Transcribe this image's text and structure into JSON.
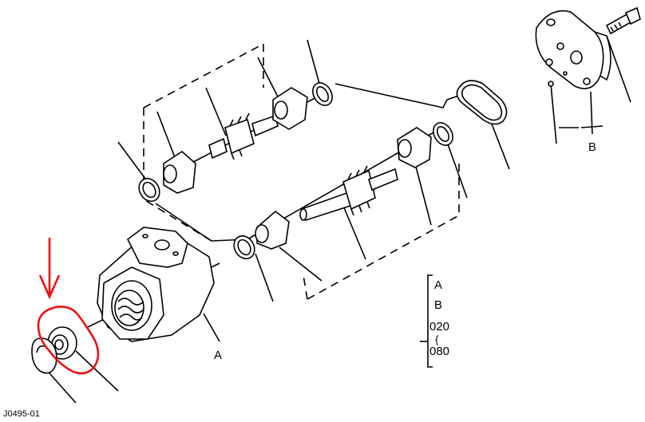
{
  "labels": {
    "pump_body": "A",
    "end_cover": "B",
    "legend_a": "A",
    "legend_b": "B",
    "serial_from": "020",
    "serial_brace": "{",
    "serial_to": "080",
    "figure_code": "J0495-01"
  },
  "highlight": {
    "color": "#ee1111",
    "target": "oil-seal"
  }
}
